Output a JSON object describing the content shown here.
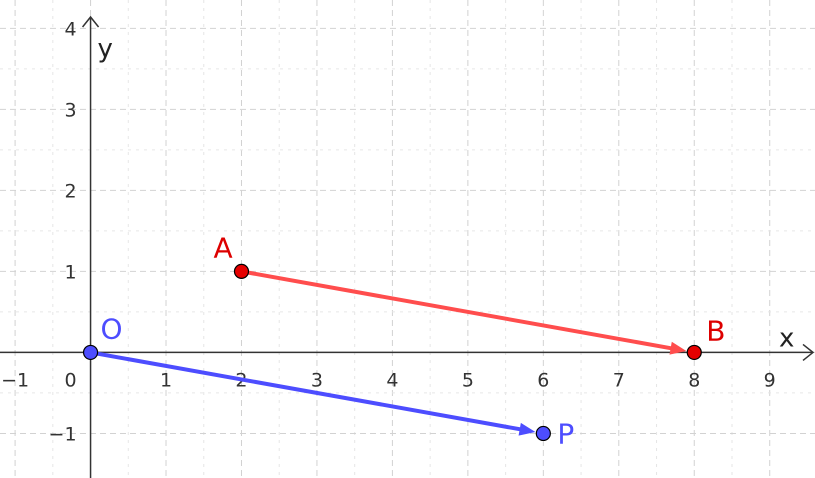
{
  "axes": {
    "x_label": "x",
    "y_label": "y",
    "x_range": [
      -1.2,
      9.6
    ],
    "y_range": [
      -1.55,
      4.35
    ],
    "x_ticks": [
      "−1",
      "0",
      "1",
      "2",
      "3",
      "4",
      "5",
      "6",
      "7",
      "8",
      "9"
    ],
    "y_ticks": [
      "−1",
      "1",
      "2",
      "3",
      "4"
    ],
    "grid": true
  },
  "colors": {
    "red": "#ff4d4d",
    "red_point": "#e60000",
    "red_label": "#dd0000",
    "blue": "#4d4dff",
    "blue_label": "#4d4dff",
    "grid": "#d2d2d2",
    "axis": "#333333"
  },
  "points": {
    "A": {
      "label": "A",
      "x": 2,
      "y": 1
    },
    "B": {
      "label": "B",
      "x": 8,
      "y": 0
    },
    "O": {
      "label": "O",
      "x": 0,
      "y": 0
    },
    "P": {
      "label": "P",
      "x": 6,
      "y": -1
    }
  },
  "vectors": [
    {
      "name": "vector-ab",
      "from": "A",
      "to": "B",
      "color": "red"
    },
    {
      "name": "vector-op",
      "from": "O",
      "to": "P",
      "color": "blue"
    }
  ]
}
